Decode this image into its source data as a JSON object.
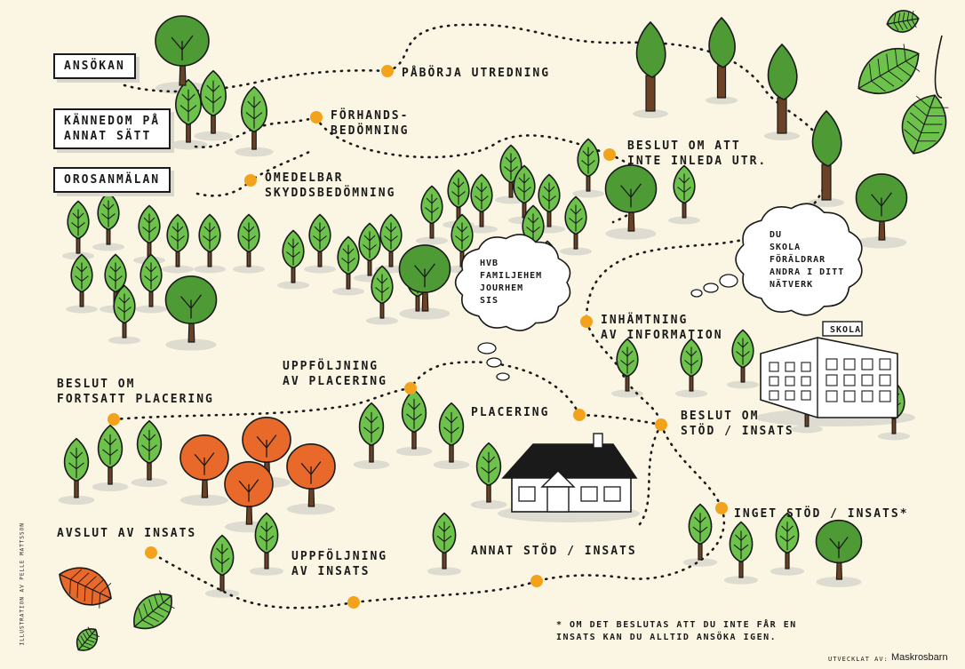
{
  "colors": {
    "background": "#fbf6e4",
    "path": "#1a1a1a",
    "dot": "#f2a31b",
    "tree_green": "#6cc24a",
    "tree_dark": "#4e9a35",
    "tree_orange": "#e8692a",
    "trunk": "#6b4226",
    "shadow": "#dedbd0"
  },
  "entry_boxes": [
    {
      "label": "ANSÖKAN"
    },
    {
      "label": "KÄNNEDOM PÅ\nANNAT SÄTT"
    },
    {
      "label": "OROSANMÄLAN"
    }
  ],
  "steps": {
    "paborja": "PÅBÖRJA UTREDNING",
    "forhands": "FÖRHANDS-\nBEDÖMNING",
    "omedelbar": "OMEDELBAR\nSKYDDSBEDÖMNING",
    "beslut_inte": "BESLUT OM ATT\nINTE INLEDA UTR.",
    "inhamtning": "INHÄMTNING\nAV INFORMATION",
    "beslut_stod": "BESLUT OM\nSTÖD / INSATS",
    "placering": "PLACERING",
    "uppfoljning_placering": "UPPFÖLJNING\nAV PLACERING",
    "beslut_fortsatt": "BESLUT OM\nFORTSATT PLACERING",
    "inget_stod": "INGET STÖD / INSATS*",
    "annat_stod": "ANNAT STÖD / INSATS",
    "uppfoljning_insats": "UPPFÖLJNING\nAV INSATS",
    "avslut": "AVSLUT AV INSATS"
  },
  "clouds": {
    "placement": "HVB\nFAMILJEHEM\nJOURHEM\nSIS",
    "network": "DU\nSKOLA\nFÖRÄLDRAR\nANDRA I DITT\nNÄTVERK"
  },
  "school_sign": "SKOLA",
  "footnote": "* OM DET BESLUTAS ATT DU INTE FÅR EN\nINSATS KAN DU ALLTID ANSÖKA IGEN.",
  "credit_illustration": "ILLUSTRATION AV PELLE MATTSSON",
  "credit_developed": "UTVECKLAT AV:",
  "credit_brand": "Maskrosbarn"
}
